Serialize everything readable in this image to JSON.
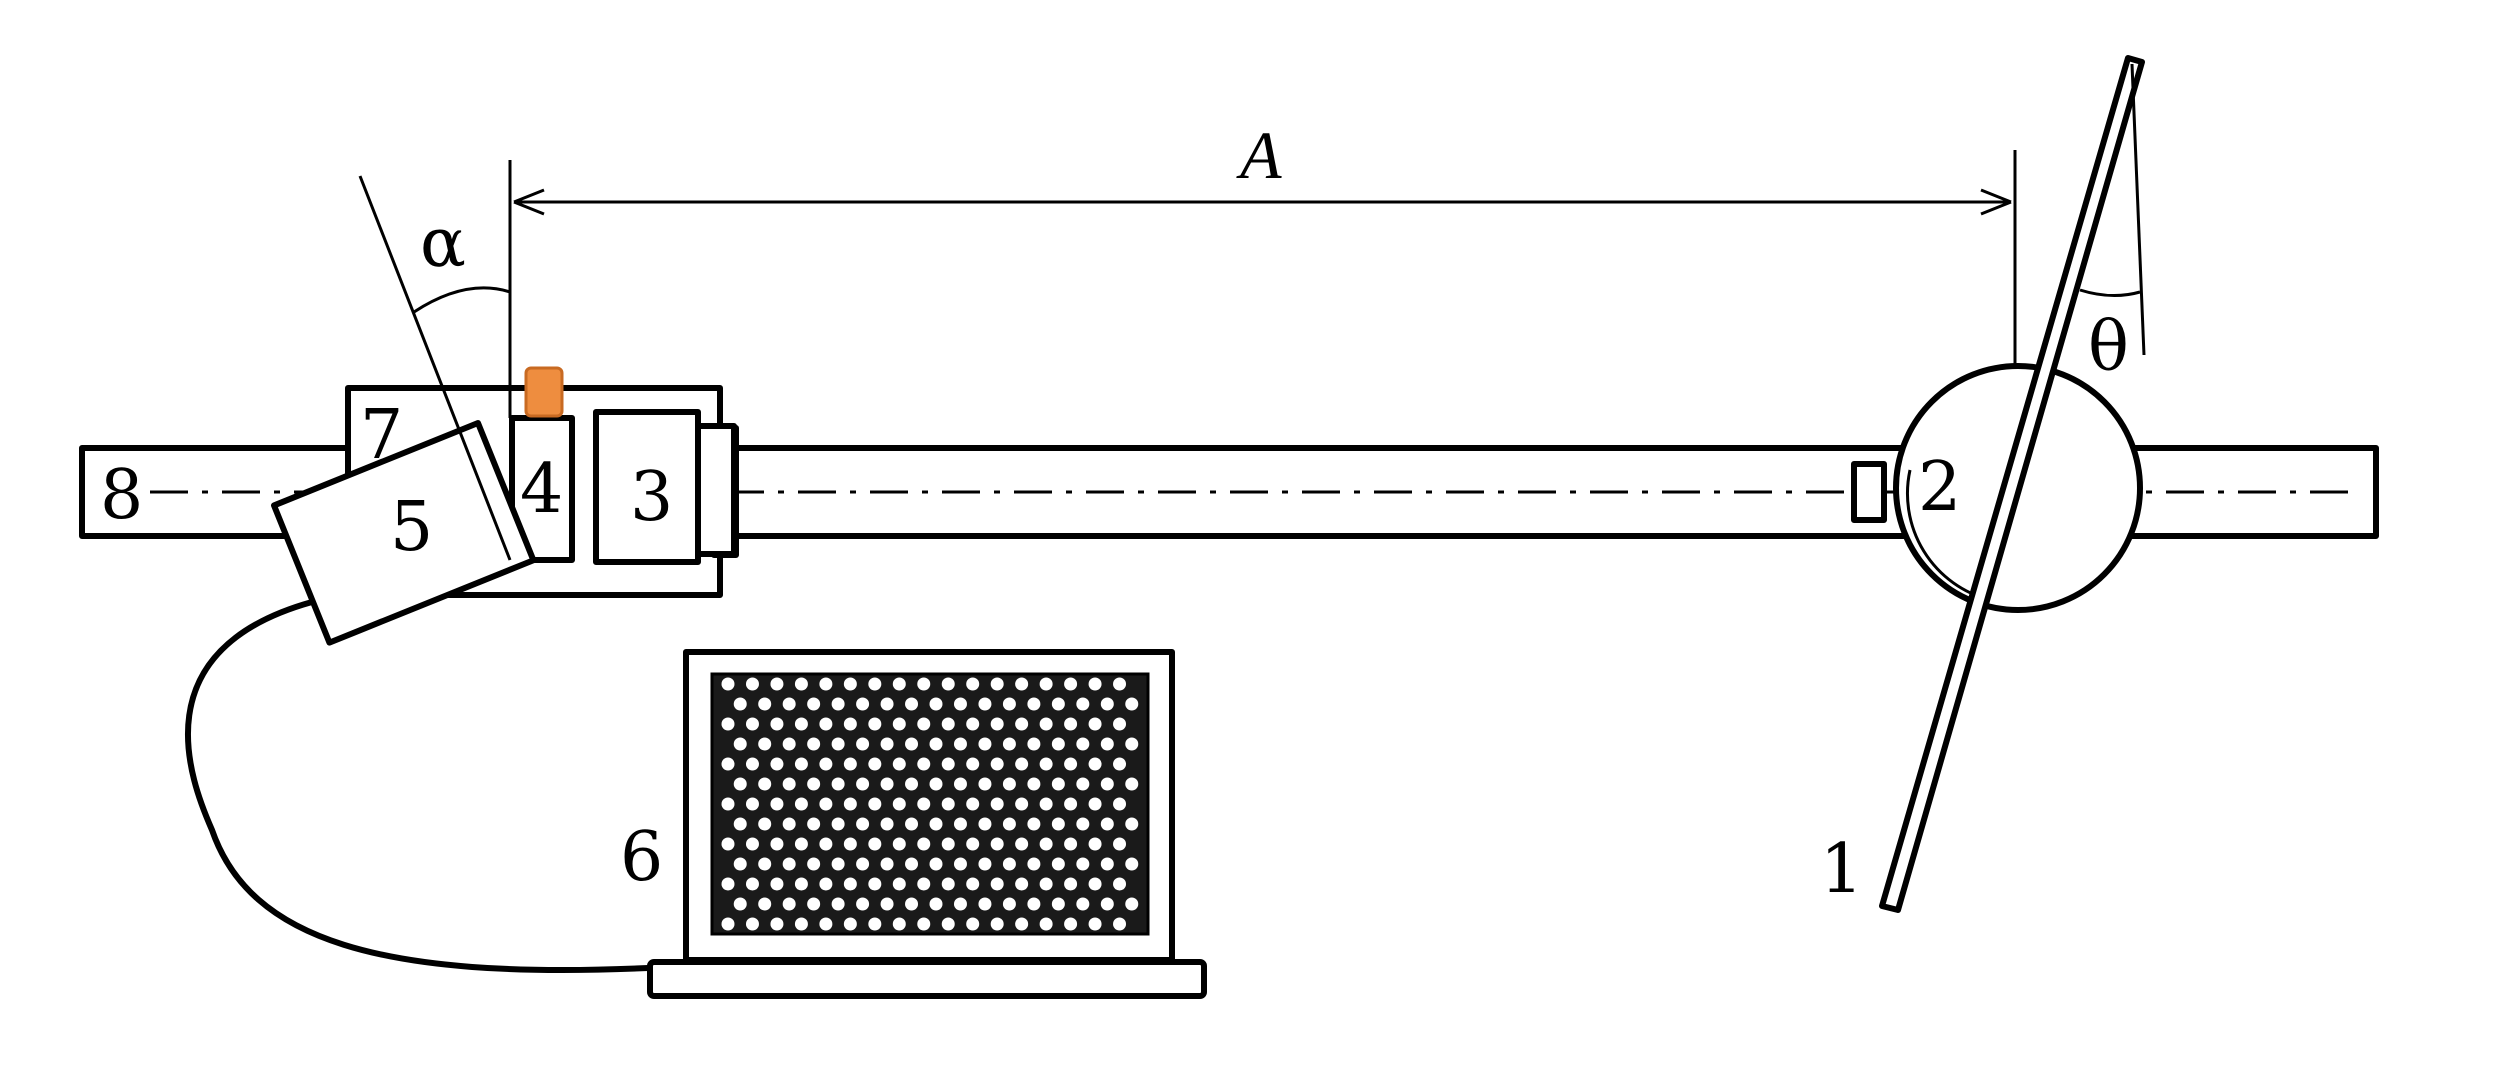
{
  "labels": {
    "mirror": "1",
    "rotary_stage": "2",
    "light_source": "3",
    "pattern_element": "4",
    "camera": "5",
    "computer": "6",
    "housing": "7",
    "rail": "8",
    "distance": "A",
    "camera_angle": "α",
    "mirror_angle": "θ"
  },
  "colors": {
    "line": "#000000",
    "background": "#ffffff",
    "indicator": "#ee8d3f",
    "screen": "#1a1a1a",
    "dot": "#ffffff"
  },
  "screen_pattern": {
    "rows": 13,
    "columns": 17,
    "description_shown": "dot grid"
  }
}
